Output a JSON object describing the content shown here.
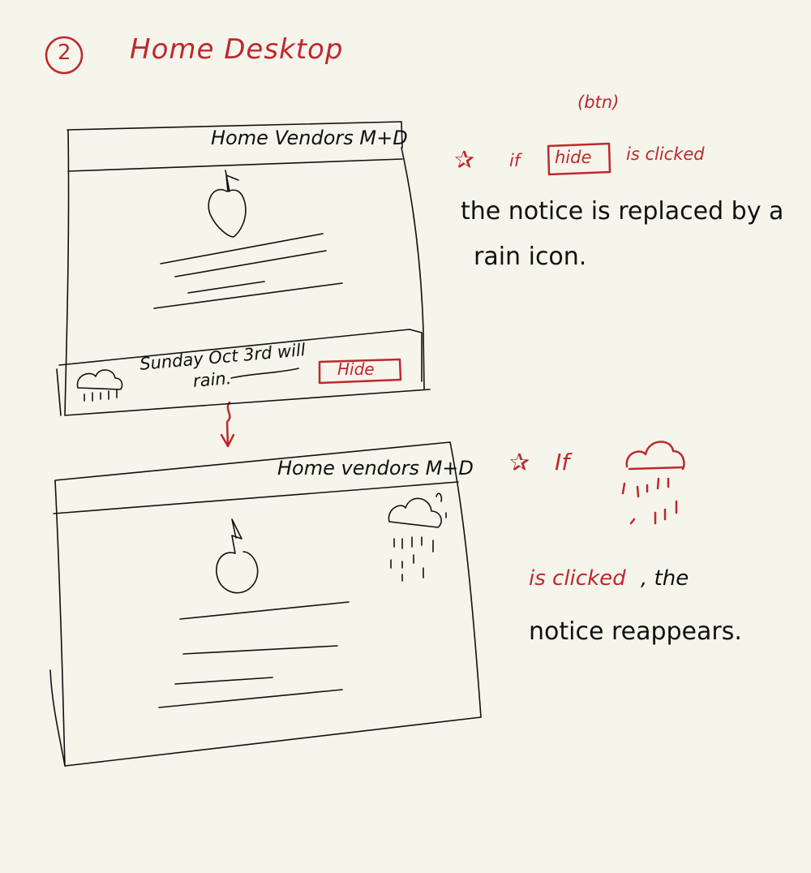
{
  "step_number": "2",
  "page_title": "Home Desktop",
  "colors": {
    "annotation": "#c0272d",
    "sketch": "#111111",
    "paper": "#f5f5ec"
  },
  "mockup_top": {
    "nav_text": "Home Vendors M+D",
    "notice_text_line1": "Sunday Oct 3rd will",
    "notice_text_line2": "rain.",
    "hide_button_label": "Hide",
    "icons": [
      "strawberry-icon",
      "rain-cloud-icon"
    ]
  },
  "mockup_bottom": {
    "nav_text": "Home vendors M+D",
    "icons": [
      "strawberry-icon",
      "rain-cloud-icon"
    ]
  },
  "annotation_1": {
    "btn_tag": "(btn)",
    "star": "✰",
    "if_text": "if",
    "hide_word": "hide",
    "clicked_text": "is clicked",
    "result_line1": "the notice is replaced by a",
    "result_line2": "rain icon."
  },
  "annotation_2": {
    "star": "✰",
    "if_text": "If",
    "clicked_text": "is clicked",
    "comma_text": ", the",
    "result_line": "notice reappears."
  }
}
